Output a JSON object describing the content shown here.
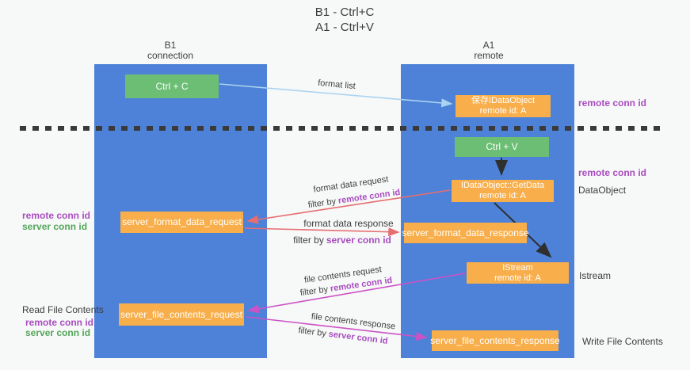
{
  "title": {
    "line1": "B1 - Ctrl+C",
    "line2": "A1 - Ctrl+V"
  },
  "lanes": {
    "left": {
      "name": "B1",
      "role": "connection"
    },
    "right": {
      "name": "A1",
      "role": "remote"
    }
  },
  "nodes": {
    "ctrl_c": "Ctrl + C",
    "ctrl_v": "Ctrl + V",
    "save_dataobject": {
      "line1": "保存IDataObject",
      "line2": "remote id: A"
    },
    "getdata": {
      "line1": "IDataObject::GetData",
      "line2": "remote id: A"
    },
    "istream": {
      "line1": "IStream",
      "line2": "remote id: A"
    },
    "server_format_data_request": "server_format_data_request",
    "server_format_data_response": "server_format_data_response",
    "server_file_contents_request": "server_file_contents_request",
    "server_file_contents_response": "server_file_contents_response"
  },
  "edge_labels": {
    "format_list": "format list",
    "format_data_request": "format data request",
    "format_data_response": "format data response",
    "file_contents_request": "file contents request",
    "file_contents_response": "file contents response",
    "filter_by": "filter by",
    "remote_conn_id": "remote conn id",
    "server_conn_id": "server conn id"
  },
  "side_labels": {
    "remote_conn_id_top": "remote conn id",
    "remote_conn_id_mid": "remote conn id",
    "dataobject": "DataObject",
    "istream": "Istream",
    "write_file_contents": "Write File Contents",
    "read_file_contents": "Read File Contents",
    "remote_conn_id_left1": "remote conn id",
    "server_conn_id_left1": "server conn id",
    "remote_conn_id_left2": "remote conn id",
    "server_conn_id_left2": "server conn id"
  },
  "colors": {
    "lane_blue": "#4d82d8",
    "node_orange": "#f8ae4a",
    "node_green": "#6cbe74",
    "arrow_red": "#e66d70",
    "arrow_magenta": "#cc52c6",
    "arrow_light_blue": "#a9d3f0",
    "arrow_black": "#2f2f2f",
    "text_purple": "#a84cc0",
    "text_green": "#53a65a",
    "background": "#f7f8f8"
  }
}
